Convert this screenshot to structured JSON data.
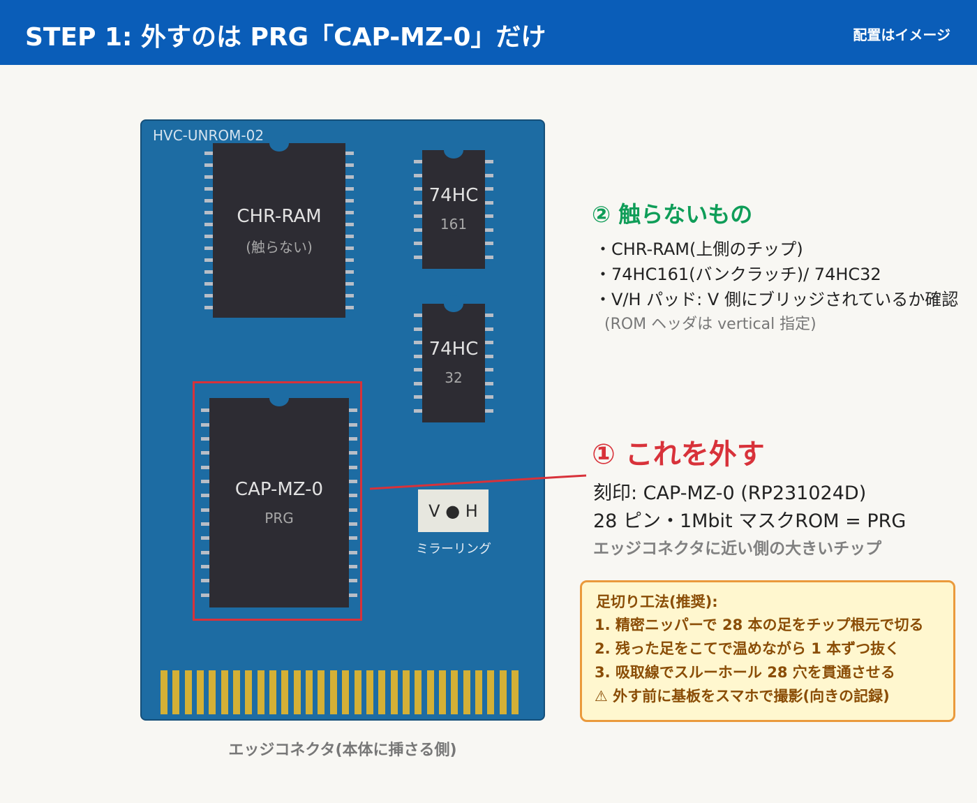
{
  "header": {
    "title": "STEP 1: 外すのは PRG「CAP-MZ-0」だけ",
    "note": "配置はイメージ"
  },
  "board": {
    "label": "HVC-UNROM-02",
    "chips": {
      "chr_ram": {
        "name": "CHR-RAM",
        "sub": "(触らない)"
      },
      "hc161": {
        "name": "74HC",
        "sub": "161"
      },
      "hc32": {
        "name": "74HC",
        "sub": "32"
      },
      "prg": {
        "name": "CAP-MZ-0",
        "sub": "PRG"
      }
    },
    "mirror_pad": {
      "text": "V ● H",
      "caption": "ミラーリング"
    },
    "edge_connector_caption": "エッジコネクタ(本体に挿さる側)"
  },
  "section2": {
    "title": "② 触らないもの",
    "items": [
      "・CHR-RAM(上側のチップ)",
      "・74HC161(バンクラッチ)/ 74HC32",
      "・V/H パッド: V 側にブリッジされているか確認"
    ],
    "note": "(ROM ヘッダは vertical 指定)"
  },
  "section1": {
    "title": "① これを外す",
    "line1": "刻印: CAP-MZ-0 (RP231024D)",
    "line2": "28 ピン・1Mbit マスクROM = PRG",
    "note": "エッジコネクタに近い側の大きいチップ"
  },
  "method": {
    "title": "足切り工法(推奨):",
    "steps": [
      "1. 精密ニッパーで 28 本の足をチップ根元で切る",
      "2. 残った足をこてで温めながら 1 本ずつ抜く",
      "3. 吸取線でスルーホール 28 穴を貫通させる",
      "⚠ 外す前に基板をスマホで撮影(向きの記録)"
    ]
  },
  "colors": {
    "header_bg": "#0a5db8",
    "pcb": "#1d6ca3",
    "chip": "#2d2c33",
    "highlight_red": "#d8323a",
    "green": "#0f9d58",
    "gold": "#d4b036",
    "method_bg": "#fff7cf",
    "method_border": "#ea9a3c"
  }
}
